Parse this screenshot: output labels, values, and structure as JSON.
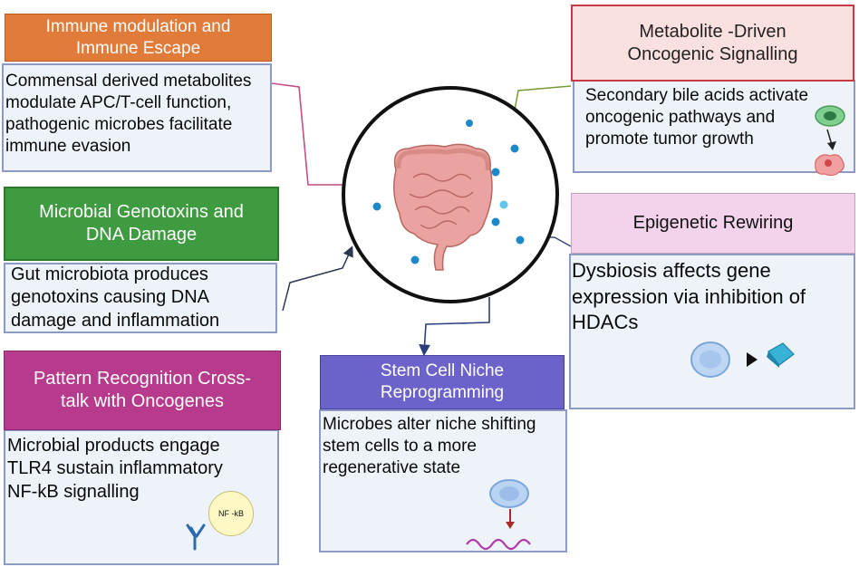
{
  "center": {
    "title": "Gut microbiota / intestine",
    "dots_color": "#1e88c8"
  },
  "cards": {
    "immune": {
      "title": "Immune modulation and Immune Escape",
      "title_lines": [
        "Immune modulation and",
        "Immune Escape"
      ],
      "body_lines": [
        "Commensal derived metabolites",
        "modulate APC/T-cell function,",
        "pathogenic microbes facilitate",
        "immune evasion"
      ],
      "header_color": "#e07b39"
    },
    "metabolite": {
      "title_lines": [
        "Metabolite -Driven",
        "Oncogenic Signalling"
      ],
      "body_lines": [
        "Secondary bile acids activate",
        "oncogenic pathways and",
        "promote tumor growth"
      ],
      "header_color": "#fbe0e0"
    },
    "genotoxin": {
      "title_lines": [
        "Microbial Genotoxins and",
        "DNA  Damage"
      ],
      "body_lines": [
        "Gut microbiota produces",
        "genotoxins causing DNA",
        "damage and inflammation"
      ],
      "header_color": "#3f9b3f"
    },
    "epigenetic": {
      "title_lines": [
        "Epigenetic Rewiring"
      ],
      "body_lines": [
        "Dysbiosis affects gene",
        "expression via inhibition of",
        "HDACs"
      ],
      "header_color": "#f3d3ec"
    },
    "pattern": {
      "title_lines": [
        "Pattern Recognition Cross-",
        "talk with Oncogenes"
      ],
      "body_lines": [
        "Microbial products engage",
        "TLR4 sustain inflammatory",
        "NF-kB signalling"
      ],
      "badge": "NF -kB",
      "header_color": "#b83a8c"
    },
    "stem": {
      "title_lines": [
        "Stem Cell Niche",
        "Reprogramming"
      ],
      "body_lines": [
        "Microbes alter niche shifting",
        "stem cells to a more",
        "regenerative state"
      ],
      "header_color": "#6b63c9"
    }
  },
  "icons": {
    "intestine": "intestine-icon",
    "cell": "cell-icon",
    "tumor_cell": "tumor-cell-icon",
    "receptor": "receptor-icon",
    "hdac": "hdac-icon",
    "dna": "dna-wave-icon"
  }
}
